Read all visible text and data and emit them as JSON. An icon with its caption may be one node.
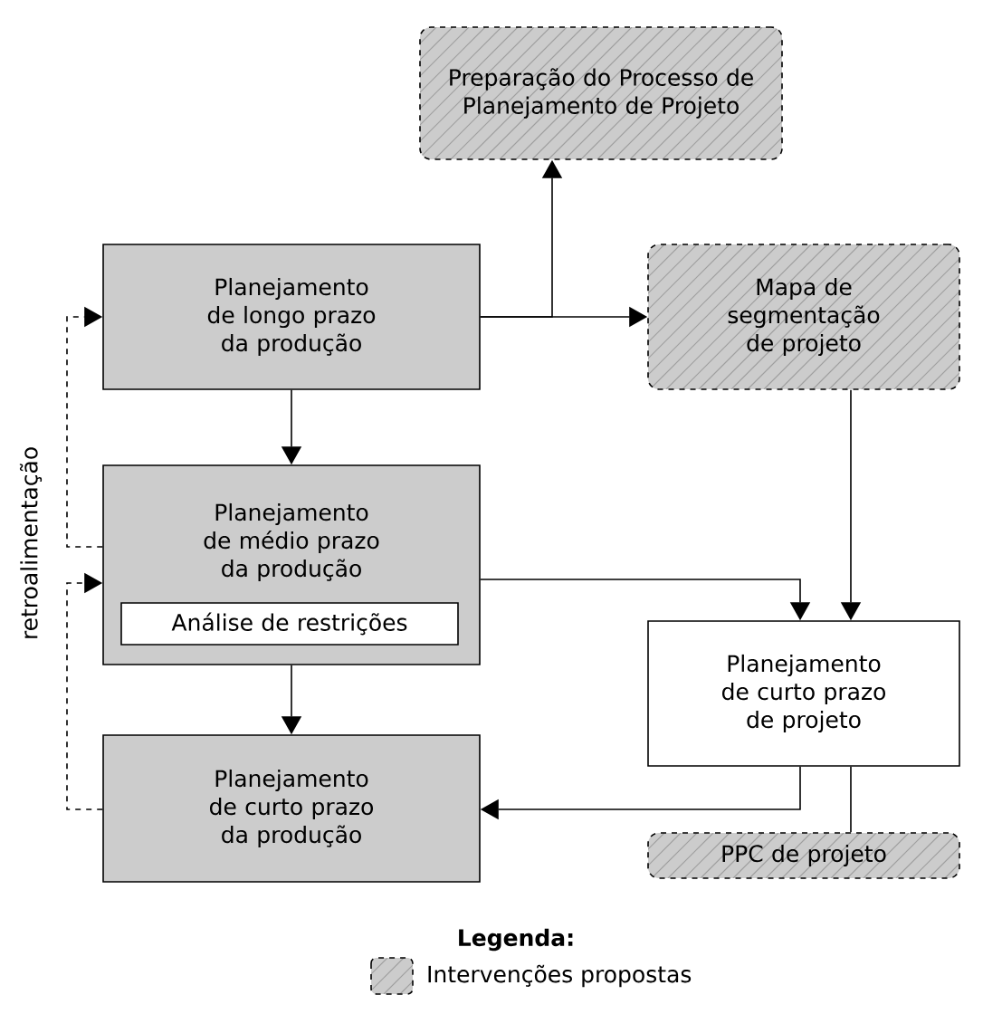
{
  "diagram": {
    "nodes": [
      {
        "text": [
          "Preparação do Processo de Planejamento de Projeto"
        ]
      },
      {
        "text": [
          "Planejamento de longo prazo da produção"
        ]
      },
      {
        "text": [
          "Mapa de segmentação de projeto"
        ]
      },
      {
        "text": [
          "Planejamento de médio prazo da produção"
        ]
      },
      {
        "text": [
          "Análise de restrições"
        ],
        "in": 3
      },
      {
        "text": [
          "Planejamento de curto prazo da produção"
        ]
      },
      {
        "text": [
          "Planejamento de curto prazo de projeto"
        ]
      },
      {
        "text": [
          "PPC de projeto"
        ]
      }
    ],
    "edges": [
      {
        "from": 1,
        "to": 0,
        "arrow": "to"
      },
      {
        "from": 1,
        "to": 2,
        "arrow": "to"
      },
      {
        "from": 1,
        "to": 3,
        "arrow": "to"
      },
      {
        "from": 2,
        "to": 6,
        "arrow": "to"
      },
      {
        "from": 3,
        "to": 6,
        "arrow": "to"
      },
      {
        "from": 3,
        "to": 5,
        "arrow": "to"
      },
      {
        "from": 6,
        "to": 5,
        "arrow": "to"
      },
      {
        "from": 6,
        "to": 7,
        "arrow": "none"
      },
      {
        "from": 3,
        "to": 1,
        "arrow": "to",
        "style": "dashed"
      },
      {
        "from": 5,
        "to": 3,
        "arrow": "to",
        "style": "dashed"
      }
    ],
    "labels": [
      "retroalimentação",
      "Legenda:"
    ],
    "legend": [
      {
        "text": "Intervenções propostas"
      }
    ]
  }
}
